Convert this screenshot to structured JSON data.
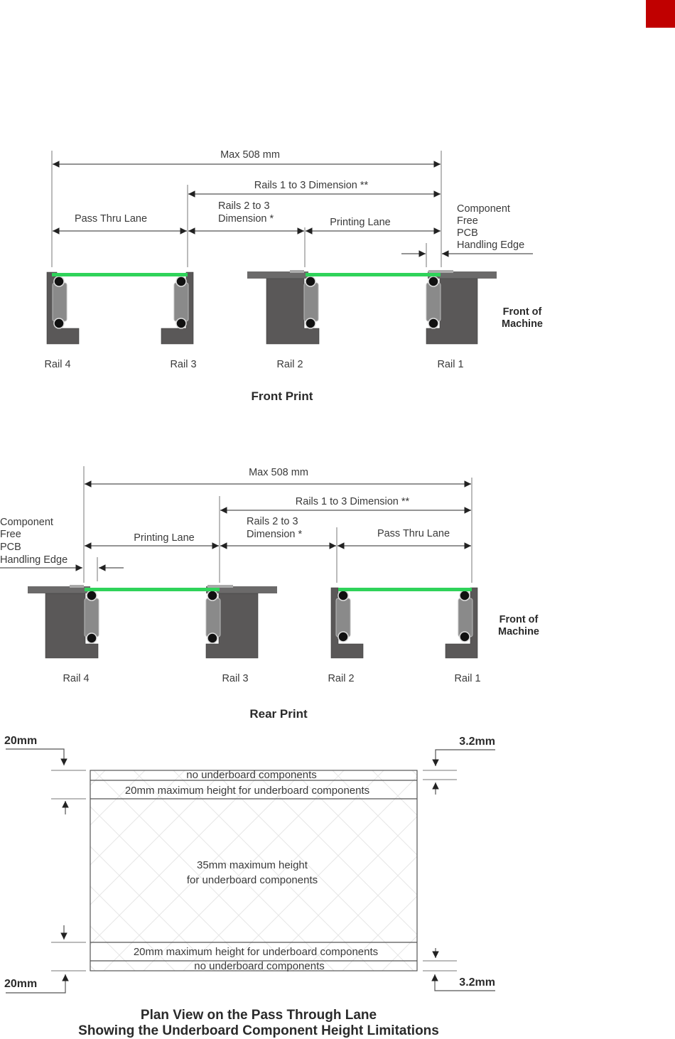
{
  "page_marker": {
    "color": "#c00000"
  },
  "colors": {
    "pcb": "#2fd35a",
    "rail": "#5a5858",
    "text": "#3a3a3a"
  },
  "front_print": {
    "title": "Front Print",
    "max_label": "Max 508 mm",
    "rails13_label": "Rails 1 to 3 Dimension **",
    "rails23_line1": "Rails 2 to 3",
    "rails23_line2": "Dimension *",
    "lane_left_label": "Pass Thru Lane",
    "lane_right_label": "Printing Lane",
    "edge_label": [
      "Component",
      "Free",
      "PCB",
      "Handling Edge"
    ],
    "front_label": [
      "Front of",
      "Machine"
    ],
    "rails": [
      "Rail 4",
      "Rail 3",
      "Rail 2",
      "Rail 1"
    ]
  },
  "rear_print": {
    "title": "Rear Print",
    "max_label": "Max 508 mm",
    "rails13_label": "Rails 1 to 3 Dimension **",
    "rails23_line1": "Rails 2 to 3",
    "rails23_line2": "Dimension *",
    "lane_left_label": "Printing Lane",
    "lane_right_label": "Pass Thru Lane",
    "edge_label": [
      "Component",
      "Free",
      "PCB",
      "Handling Edge"
    ],
    "front_label": [
      "Front of",
      "Machine"
    ],
    "rails": [
      "Rail 4",
      "Rail 3",
      "Rail 2",
      "Rail 1"
    ]
  },
  "plan_view": {
    "title_line1": "Plan View on the Pass Through Lane",
    "title_line2": "Showing the Underboard Component Height Limitations",
    "left_dim_top": "20mm",
    "left_dim_bottom": "20mm",
    "right_dim_top": "3.2mm",
    "right_dim_bottom": "3.2mm",
    "zone_top_edge": "no underboard components",
    "zone_top_20": "20mm maximum height for underboard components",
    "zone_center_line1": "35mm maximum height",
    "zone_center_line2": "for underboard components",
    "zone_bottom_20": "20mm maximum height for underboard components",
    "zone_bottom_edge": "no underboard components"
  }
}
